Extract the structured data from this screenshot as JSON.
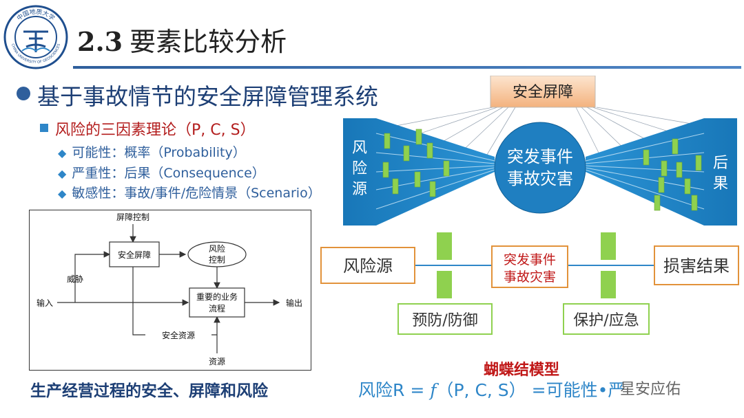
{
  "header": {
    "section_number": "2.3",
    "title": "要素比较分析",
    "logo_text_cn": "中国地质大学",
    "logo_text_en": "CHINA UNIVERSITY OF GEOSCIENCES"
  },
  "content": {
    "main_heading": "基于事故情节的安全屏障管理系统",
    "sub_heading": "风险的三因素理论（P, C, S）",
    "items": [
      "可能性：概率（Probability）",
      "严重性：后果（Consequence）",
      "敏感性：事故/事件/危险情景（Scenario）"
    ]
  },
  "left_diagram": {
    "barrier_control": "屏障控制",
    "barrier": "安全屏障",
    "risk_control": "风险\n控制",
    "threat": "威胁",
    "input": "输入",
    "business_process": "重要的业务\n流程",
    "output": "输出",
    "safety_resources": "安全资源",
    "resources": "资源",
    "caption": "生产经营过程的安全、屏障和风险"
  },
  "bowtie": {
    "barrier_label": "安全屏障",
    "left_label": "风险源",
    "right_label": "后果",
    "center_label_1": "突发事件",
    "center_label_2": "事故灾害",
    "colors": {
      "wing": "#1b82c4",
      "bar": "#8fd14f",
      "barrier_box": "#f7c79a"
    }
  },
  "chain": {
    "risk_source": "风险源",
    "event_1": "突发事件",
    "event_2": "事故灾害",
    "damage": "损害结果",
    "prevention": "预防/防御",
    "protection": "保护/应急"
  },
  "caption_bowtie": "蝴蝶结模型",
  "formula": {
    "prefix": "风险R = ",
    "func": "f",
    "args": "（P, C, S）",
    "rest": " =可能性•严"
  },
  "watermark": "星安应佑"
}
